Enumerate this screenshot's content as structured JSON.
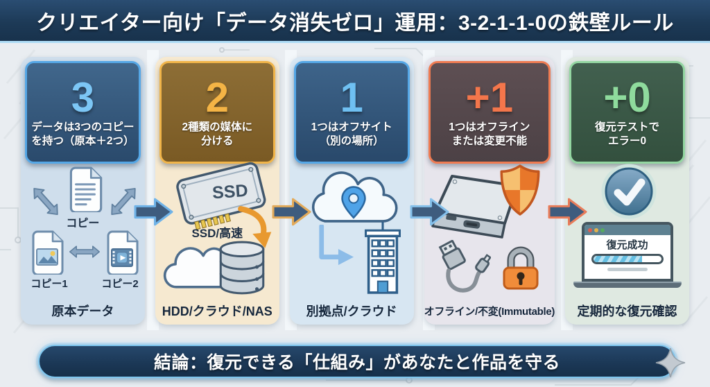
{
  "header": {
    "title": "クリエイター向け「データ消失ゼロ」運用：3-2-1-1-0の鉄壁ルール"
  },
  "steps": [
    {
      "number": "3",
      "heading_lines": [
        "データは3つのコピー",
        "を持つ（原本＋2つ）"
      ],
      "caption": "原本データ",
      "accent": "#55a7e6",
      "illustration": {
        "top_label": "コピー",
        "left_label": "コピー1",
        "right_label": "コピー2",
        "icons": [
          "document-icon",
          "image-file-icon",
          "video-file-icon",
          "sync-arrow-icon"
        ]
      }
    },
    {
      "number": "2",
      "heading_lines": [
        "2種類の媒体に",
        "分ける"
      ],
      "caption": "HDD/クラウド/NAS",
      "accent": "#f0b449",
      "illustration": {
        "ssd_text": "SSD",
        "mid_label": "SSD/高速",
        "icons": [
          "ssd-icon",
          "curved-arrow-icon",
          "cloud-icon",
          "database-icon"
        ]
      }
    },
    {
      "number": "1",
      "heading_lines": [
        "1つはオフサイト",
        "（別の場所）"
      ],
      "caption": "別拠点/クラウド",
      "accent": "#55a7e6",
      "illustration": {
        "icons": [
          "cloud-location-icon",
          "elbow-arrow-icon",
          "building-icon"
        ]
      }
    },
    {
      "number": "+1",
      "heading_lines": [
        "1つはオフライン",
        "または変更不能"
      ],
      "caption": "オフライン/不変(Immutable)",
      "accent": "#ef7b52",
      "illustration": {
        "icons": [
          "external-drive-icon",
          "shield-icon",
          "usb-cable-icon",
          "padlock-icon"
        ]
      }
    },
    {
      "number": "+0",
      "heading_lines": [
        "復元テストで",
        "エラー0"
      ],
      "caption": "定期的な復元確認",
      "accent": "#93d6a1",
      "illustration": {
        "laptop_message": "復元成功",
        "progress_percent": 72,
        "icons": [
          "check-circle-icon",
          "laptop-icon"
        ]
      }
    }
  ],
  "footer": {
    "text": "結論：復元できる「仕組み」があなたと作品を守る",
    "icon": "sparkle-icon"
  },
  "palette": {
    "banner_bg": "#1d3a57",
    "banner_border": "#aedcf6",
    "background": "#e9edf1",
    "arrow_fill": "#3e5c7e",
    "arrow_outlines": [
      "#6fb3e8",
      "#e2aa5a",
      "#85c0ea",
      "#e87c5a"
    ]
  }
}
